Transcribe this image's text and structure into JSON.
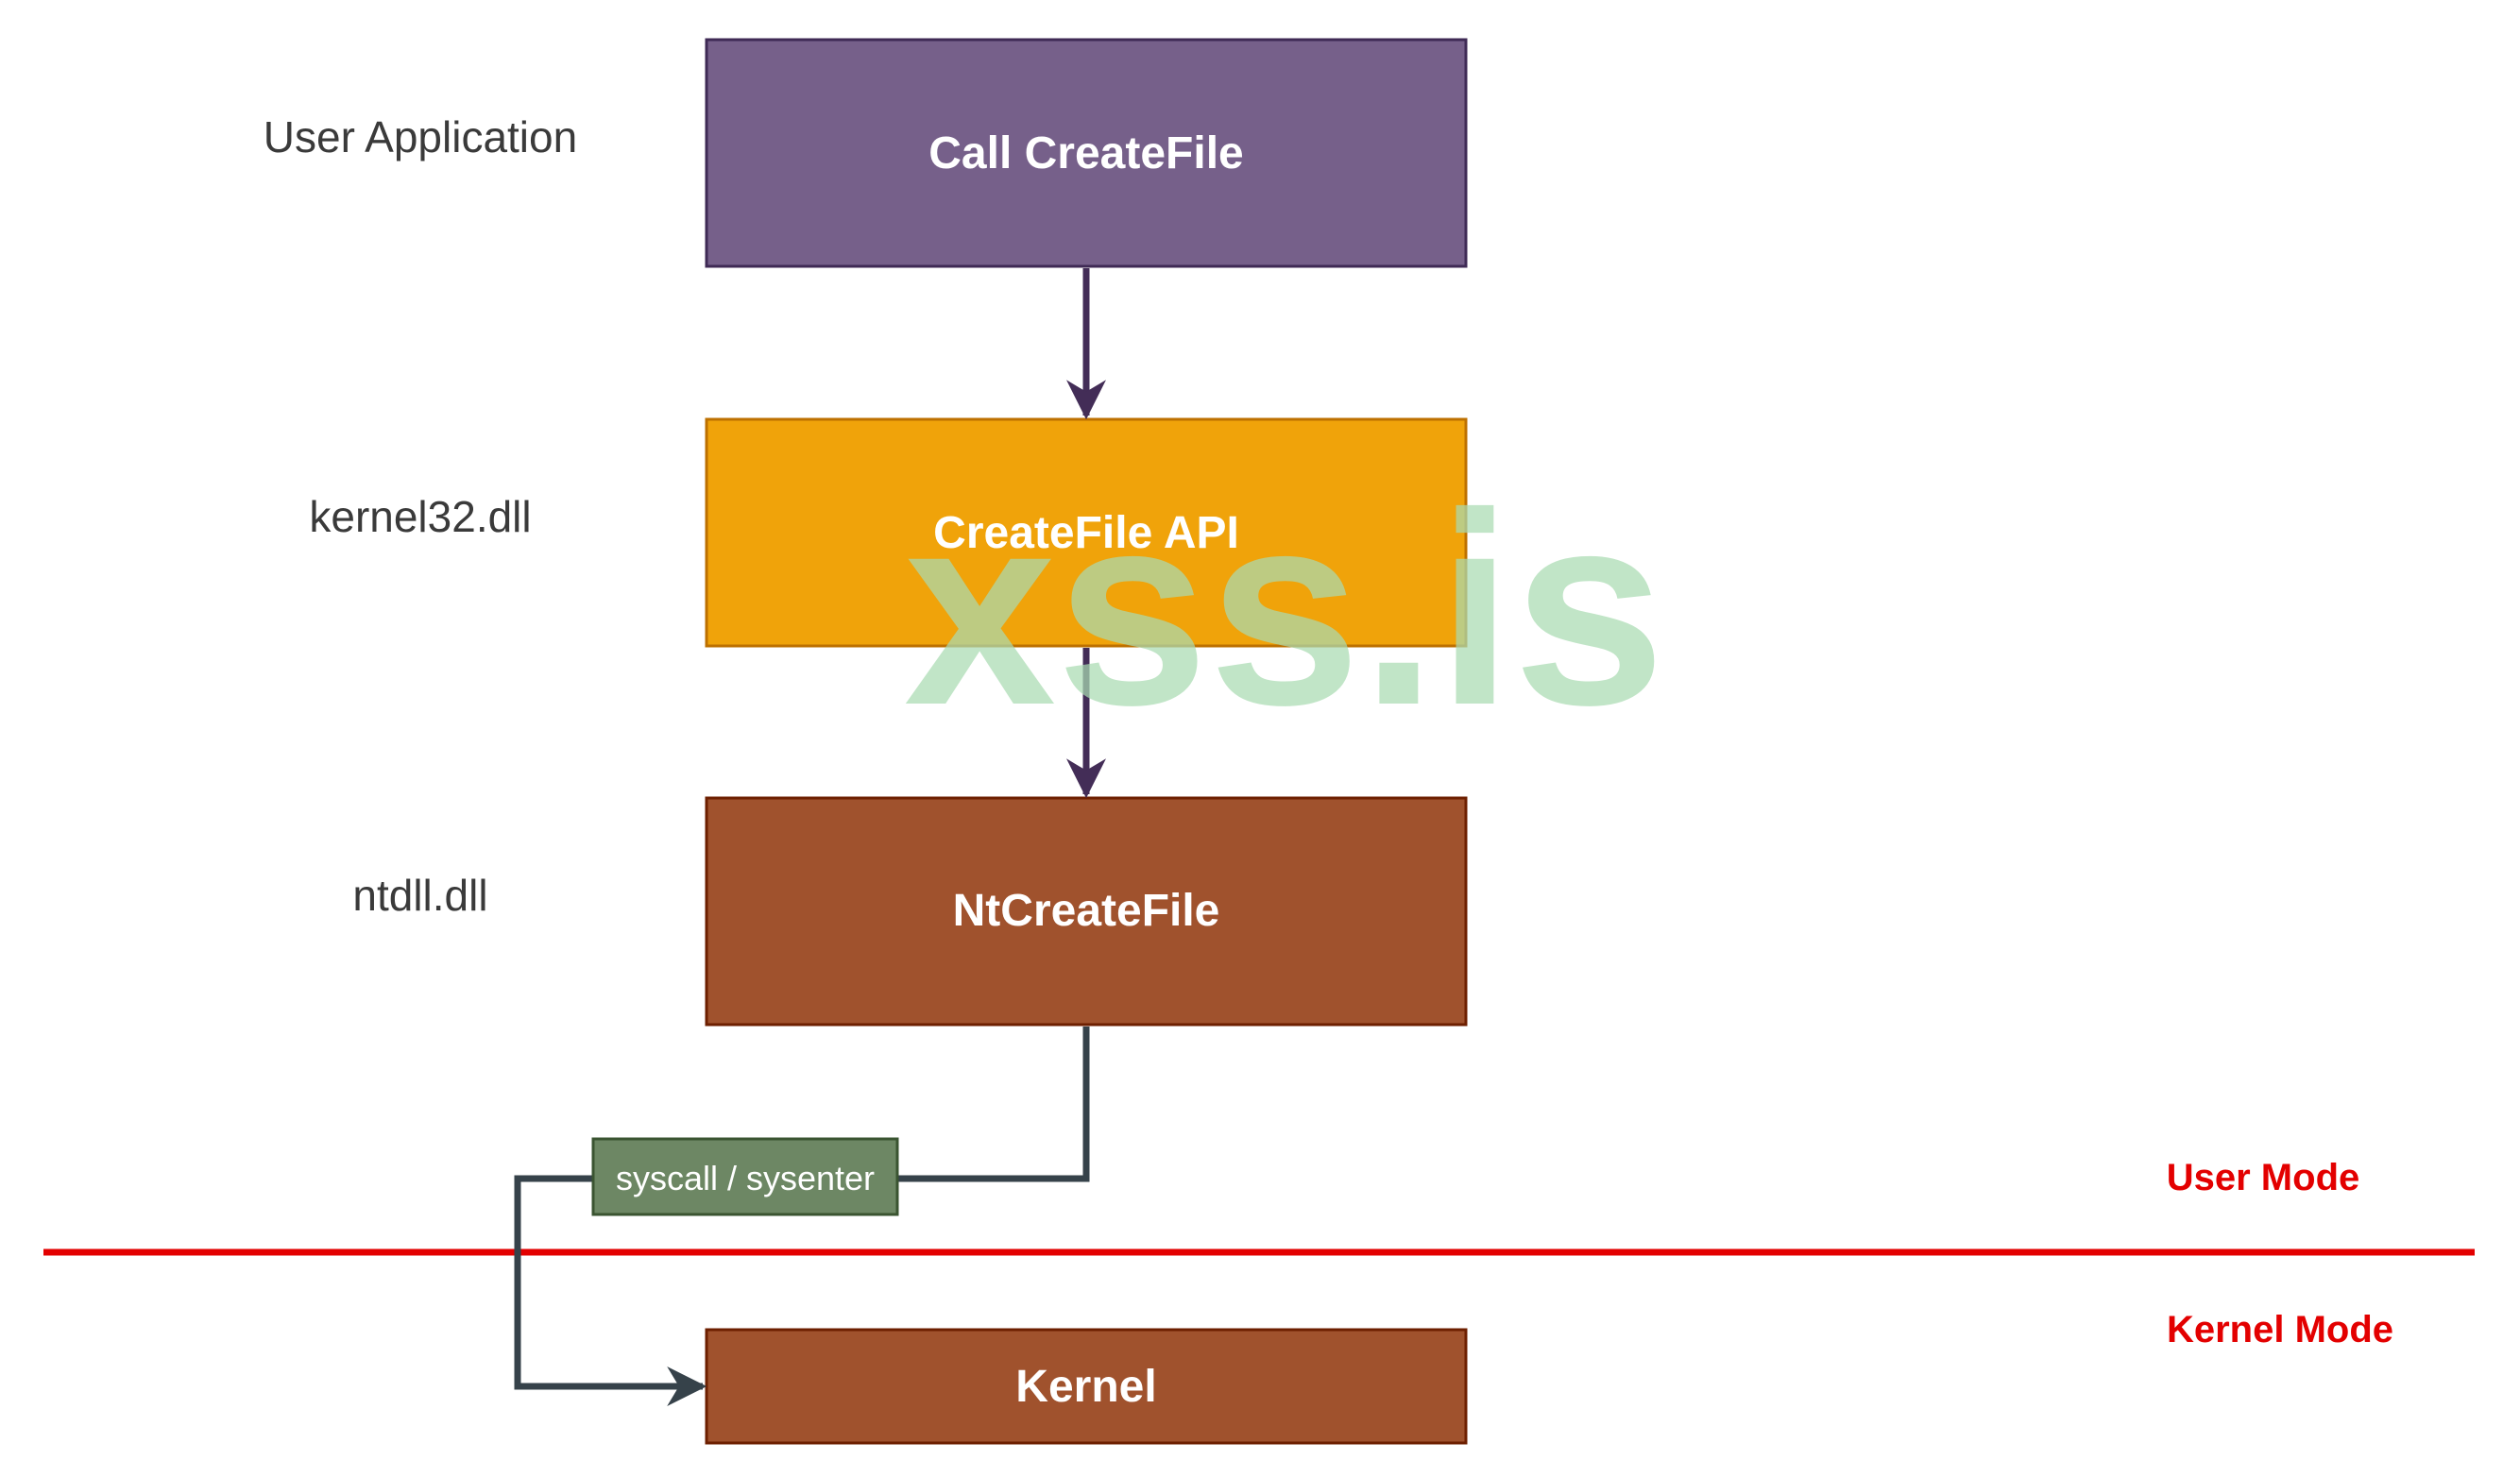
{
  "layers": [
    {
      "label": "User Application",
      "box": "Call CreateFile",
      "fill": "#76608a",
      "stroke": "#3f2a55"
    },
    {
      "label": "kernel32.dll",
      "box": "CreateFile API",
      "fill": "#f0a30a",
      "stroke": "#bd7000"
    },
    {
      "label": "ntdll.dll",
      "box": "NtCreateFile",
      "fill": "#a0522d",
      "stroke": "#6d1f00"
    }
  ],
  "kernel_box": {
    "label": "Kernel",
    "fill": "#a0522d",
    "stroke": "#6d1f00"
  },
  "syscall_tag": {
    "label": "syscall / sysenter",
    "fill": "#6d8764",
    "stroke": "#3a5431"
  },
  "modes": {
    "user": "User Mode",
    "kernel": "Kernel Mode",
    "color": "#e30000"
  },
  "edge_colors": {
    "flow": "#432d57",
    "syscall": "#36424a"
  },
  "watermark": "xss.is"
}
